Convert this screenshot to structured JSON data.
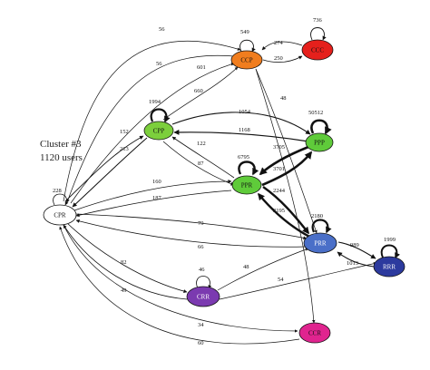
{
  "cluster": {
    "title": "Cluster  #3",
    "users": "1120 users"
  },
  "nodes": [
    {
      "id": "CPR",
      "label": "CPR",
      "loop": "228",
      "color": "#ffffff"
    },
    {
      "id": "CPP",
      "label": "CPP",
      "loop": "1994",
      "color": "#7ccf3c"
    },
    {
      "id": "CCP",
      "label": "CCP",
      "loop": "549",
      "color": "#f07d1e"
    },
    {
      "id": "CCC",
      "label": "CCC",
      "loop": "736",
      "color": "#e5201c"
    },
    {
      "id": "PPP",
      "label": "PPP",
      "loop": "50512",
      "color": "#5fcb3a"
    },
    {
      "id": "PPR",
      "label": "PPR",
      "loop": "6795",
      "color": "#5fcb3a"
    },
    {
      "id": "PRR",
      "label": "PRR",
      "loop": "2180",
      "color": "#4a6fc8"
    },
    {
      "id": "RRR",
      "label": "RRR",
      "loop": "1999",
      "color": "#2c3a9e"
    },
    {
      "id": "CRR",
      "label": "CRR",
      "loop": "46",
      "color": "#7b3ab0"
    },
    {
      "id": "CCR",
      "label": "CCR",
      "loop": "",
      "color": "#e0248f"
    }
  ],
  "edges": [
    {
      "id": "e_cpr_ccp_56",
      "label": "56"
    },
    {
      "id": "e_ccp_cpr_56",
      "label": "56"
    },
    {
      "id": "e_cpr_ccp_601",
      "label": "601"
    },
    {
      "id": "e_cpp_ccp_660",
      "label": "660"
    },
    {
      "id": "e_ccc_ccp_274",
      "label": "274"
    },
    {
      "id": "e_ccp_ccc_250",
      "label": "250"
    },
    {
      "id": "e_cpr_cpp_152",
      "label": "152"
    },
    {
      "id": "e_cpp_cpr_213",
      "label": "213"
    },
    {
      "id": "e_cpp_ppp_1054",
      "label": "1054"
    },
    {
      "id": "e_ppp_cpp_1168",
      "label": "1168"
    },
    {
      "id": "e_ppr_cpp_122",
      "label": "122"
    },
    {
      "id": "e_cpp_ppr_87",
      "label": "87"
    },
    {
      "id": "e_ccp_prr_48",
      "label": "48"
    },
    {
      "id": "e_ppp_ppr_3705",
      "label": "3705"
    },
    {
      "id": "e_ppr_ppp_3701",
      "label": "3701"
    },
    {
      "id": "e_cpr_ppr_160",
      "label": "160"
    },
    {
      "id": "e_ppr_cpr_187",
      "label": "187"
    },
    {
      "id": "e_ppr_prr_2244",
      "label": "2244"
    },
    {
      "id": "e_prr_ppr_2195",
      "label": "2195"
    },
    {
      "id": "e_cpr_prr_79",
      "label": "79"
    },
    {
      "id": "e_prr_cpr_66",
      "label": "66"
    },
    {
      "id": "e_prr_rrr_989",
      "label": "989"
    },
    {
      "id": "e_rrr_prr_1013",
      "label": "1013"
    },
    {
      "id": "e_cpr_crr_82",
      "label": "82"
    },
    {
      "id": "e_crr_cpr_49",
      "label": "49"
    },
    {
      "id": "e_crr_prr_48",
      "label": "48"
    },
    {
      "id": "e_crr_prr_54",
      "label": "54"
    },
    {
      "id": "e_cpr_ccr_34",
      "label": "34"
    },
    {
      "id": "e_ccr_cpr_60",
      "label": "60"
    }
  ]
}
